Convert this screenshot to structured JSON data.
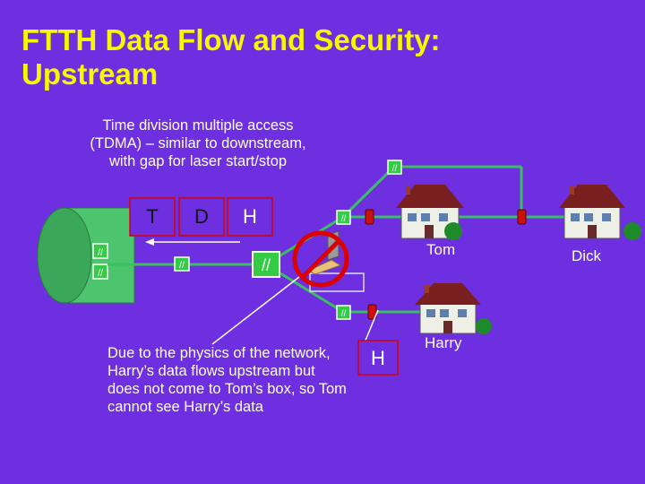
{
  "title": {
    "line1": "FTTH Data Flow and Security:",
    "line2": "Upstream"
  },
  "notes": {
    "tdma": "Time division multiple access (TDMA) – similar to downstream, with gap for laser start/stop",
    "physics": "Due to the physics of the network, Harry’s data flows upstream but does not come to Tom’s box, so Tom cannot see Harry’s data"
  },
  "packets": {
    "t": "T",
    "d": "D",
    "h": "H"
  },
  "harry_packet": "H",
  "filter_mark": "//",
  "homes": {
    "tom": "Tom",
    "dick": "Dick",
    "harry": "Harry"
  },
  "colors": {
    "background": "#6e2fe0",
    "title": "#f7f700",
    "fiber": "#3bbf62",
    "filter": "#33cc44",
    "packet_border": "#d70000",
    "blocked": "#dd0000",
    "house_roof": "#7a1f1f",
    "house_wall": "#eef0e6"
  }
}
